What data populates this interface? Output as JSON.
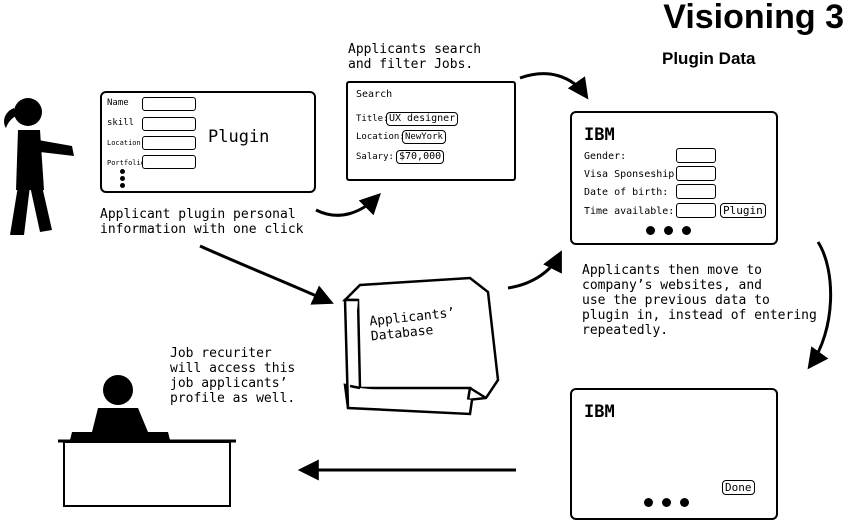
{
  "title": "Visioning 3",
  "subtitle": "Plugin Data",
  "notes": {
    "search": "Applicants search\nand filter Jobs.",
    "plugin": "Applicant plugin personal\ninformation with one click",
    "move": "Applicants then move to\ncompany’s websites, and\nuse the previous data to\nplugin in, instead of entering\nrepeatedly.",
    "recruiter": "Job recuriter\nwill access this\njob applicants’\nprofile as well."
  },
  "plugin_panel": {
    "fields": [
      "Name",
      "skill",
      "Location",
      "Portfolio"
    ],
    "label": "Plugin"
  },
  "search_panel": {
    "heading": "Search",
    "title_label": "Title:",
    "title_value": "UX designer",
    "location_label": "Location:",
    "location_value": "NewYork",
    "salary_label": "Salary:",
    "salary_value": "$70,000"
  },
  "company_form": {
    "logo": "IBM",
    "fields": [
      "Gender:",
      "Visa Sponseship:",
      "Date of birth:",
      "Time available:"
    ],
    "button": "Plugin"
  },
  "done_panel": {
    "logo": "IBM",
    "button": "Done"
  },
  "database": {
    "label": "Applicants’\nDatabase"
  }
}
